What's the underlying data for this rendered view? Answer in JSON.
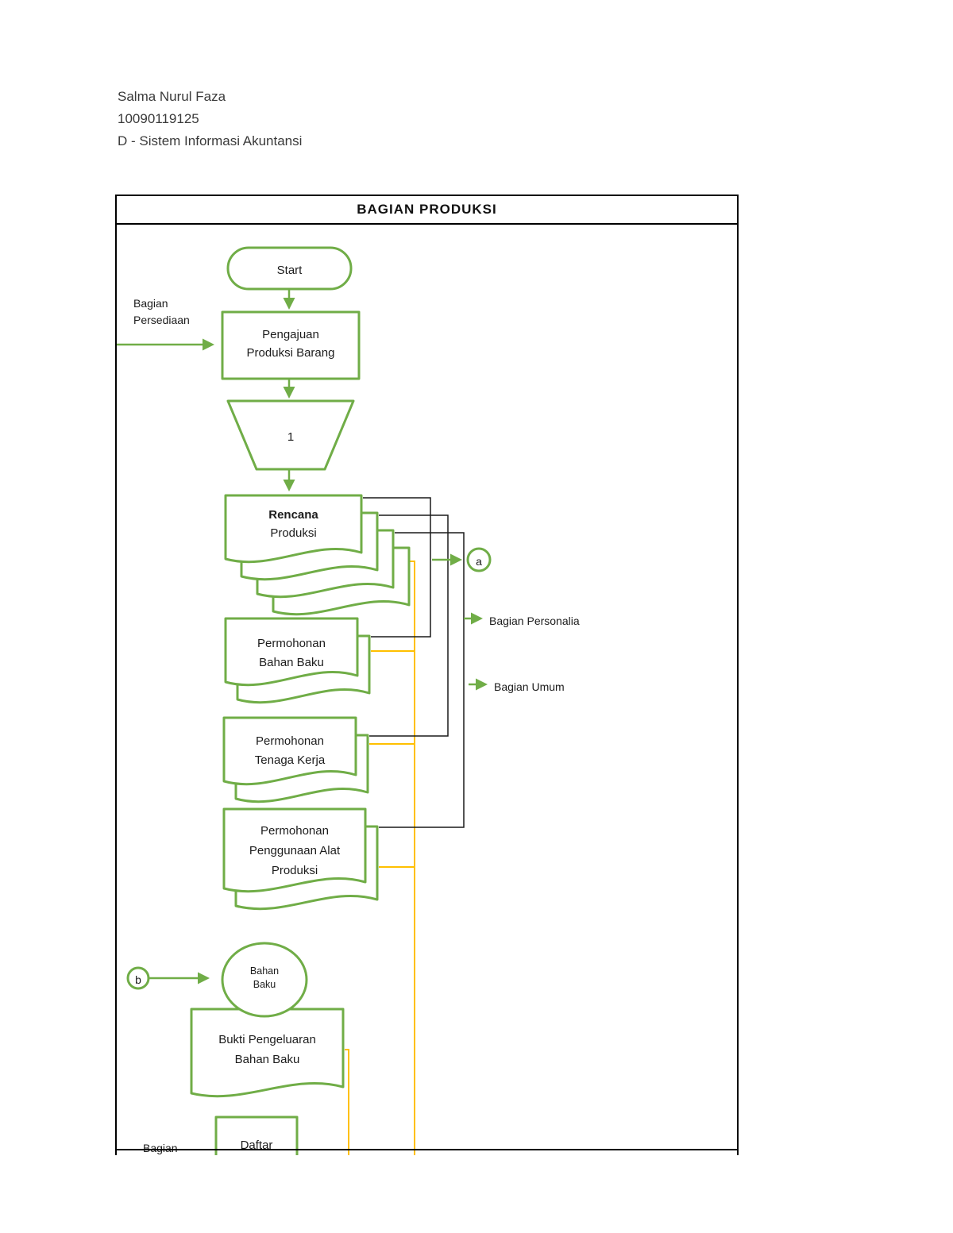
{
  "page": {
    "header": {
      "name": "Salma Nurul Faza",
      "student_id": "10090119125",
      "course": "D - Sistem Informasi Akuntansi"
    }
  },
  "flowchart": {
    "title": "BAGIAN PRODUKSI",
    "labels": {
      "bagian_persediaan": {
        "l1": "Bagian",
        "l2": "Persediaan"
      },
      "bagian_personalia": "Bagian Personalia",
      "bagian_umum": "Bagian Umum",
      "bottom_partial": "Bagian"
    },
    "nodes": {
      "start": "Start",
      "pengajuan": {
        "l1": "Pengajuan",
        "l2": "Produksi Barang"
      },
      "offpage_1": "1",
      "rencana": {
        "l1": "Rencana",
        "l2": "Produksi"
      },
      "connector_a": "a",
      "permohonan_bahan_baku": {
        "l1": "Permohonan",
        "l2": "Bahan Baku"
      },
      "permohonan_tenaga_kerja": {
        "l1": "Permohonan",
        "l2": "Tenaga Kerja"
      },
      "permohonan_alat": {
        "l1": "Permohonan",
        "l2": "Penggunaan Alat",
        "l3": "Produksi"
      },
      "connector_b": "b",
      "bahan_baku": {
        "l1": "Bahan",
        "l2": "Baku"
      },
      "bukti_pengeluaran": {
        "l1": "Bukti Pengeluaran",
        "l2": "Bahan Baku"
      },
      "daftar": "Daftar"
    },
    "colors": {
      "shape_green": "#70AD47",
      "connector_yellow": "#FFC000",
      "connector_black": "#1a1a1a"
    }
  }
}
